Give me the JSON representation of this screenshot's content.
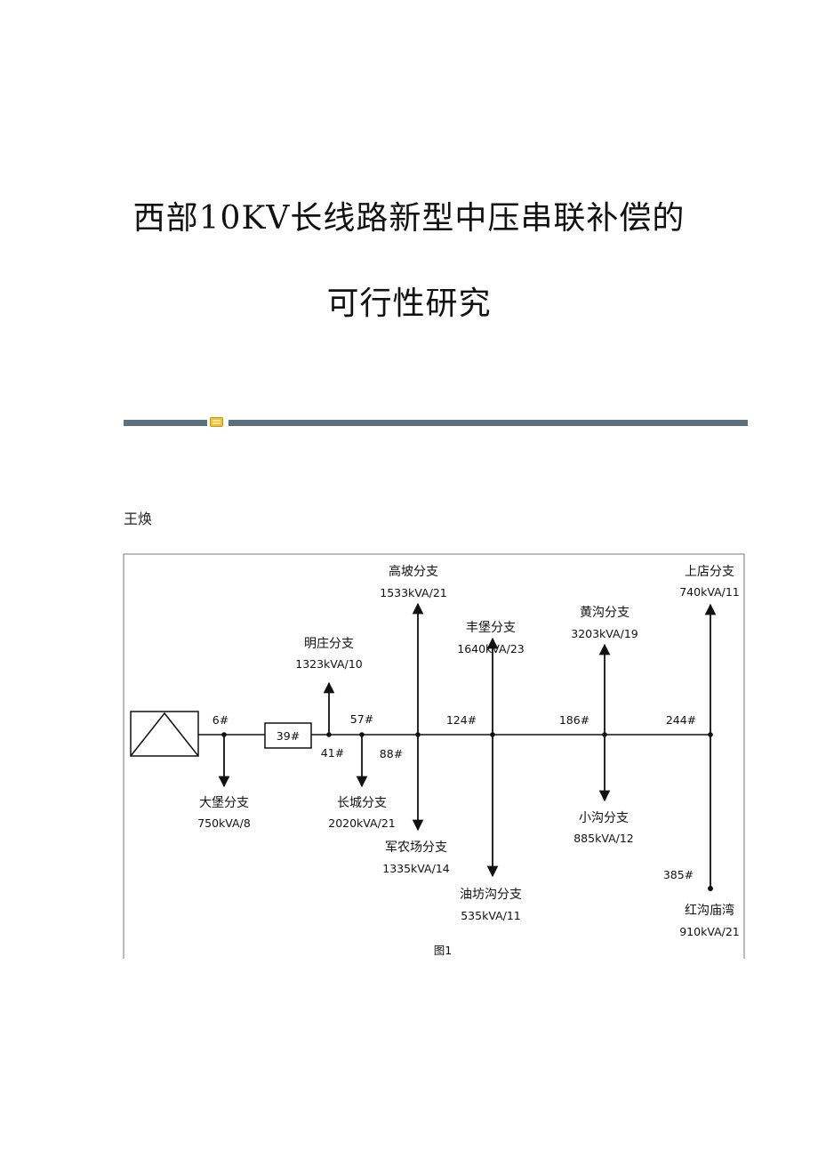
{
  "document": {
    "title_line1": "西部10KV长线路新型中压串联补偿的",
    "title_line2": "可行性研究",
    "author": "王焕"
  },
  "figure": {
    "caption": "图1",
    "compensator_label": "39#",
    "poles": [
      "6#",
      "41#",
      "57#",
      "88#",
      "124#",
      "186#",
      "244#",
      "385#"
    ],
    "branches": [
      {
        "name": "大堡分支",
        "rating": "750kVA/8"
      },
      {
        "name": "明庄分支",
        "rating": "1323kVA/10"
      },
      {
        "name": "长城分支",
        "rating": "2020kVA/21"
      },
      {
        "name": "高坡分支",
        "rating": "1533kVA/21"
      },
      {
        "name": "军农场分支",
        "rating": "1335kVA/14"
      },
      {
        "name": "丰堡分支",
        "rating": "1640kVA/23"
      },
      {
        "name": "油坊沟分支",
        "rating": "535kVA/11"
      },
      {
        "name": "黄沟分支",
        "rating": "3203kVA/19"
      },
      {
        "name": "小沟分支",
        "rating": "885kVA/12"
      },
      {
        "name": "上店分支",
        "rating": "740kVA/11"
      },
      {
        "name": "红沟庙湾",
        "rating": "910kVA/21"
      }
    ]
  }
}
